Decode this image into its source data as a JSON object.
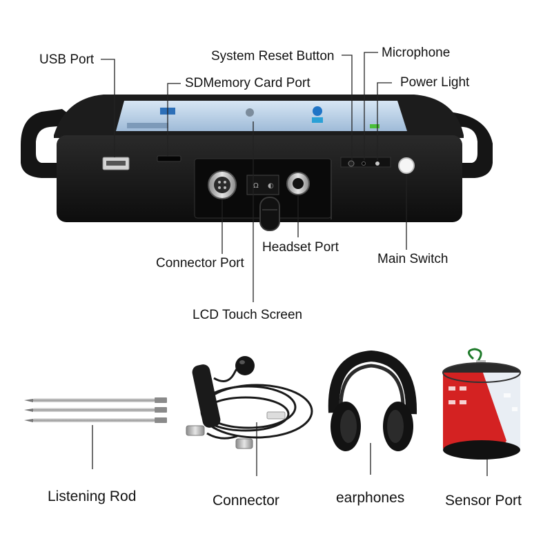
{
  "labels": {
    "usb_port": "USB Port",
    "sd_card_port": "SDMemory Card Port",
    "system_reset_button": "System Reset Button",
    "microphone": "Microphone",
    "power_light": "Power Light",
    "connector_port": "Connector Port",
    "headset_port": "Headset Port",
    "main_switch": "Main Switch",
    "lcd_touch_screen": "LCD Touch Screen",
    "listening_rod": "Listening Rod",
    "connector": "Connector",
    "earphones": "earphones",
    "sensor_port": "Sensor Port"
  },
  "colors": {
    "device_body": "#1a1a1a",
    "screen": "#bcd3ea",
    "sensor_red": "#d42222",
    "sensor_white": "#e9eef4"
  }
}
